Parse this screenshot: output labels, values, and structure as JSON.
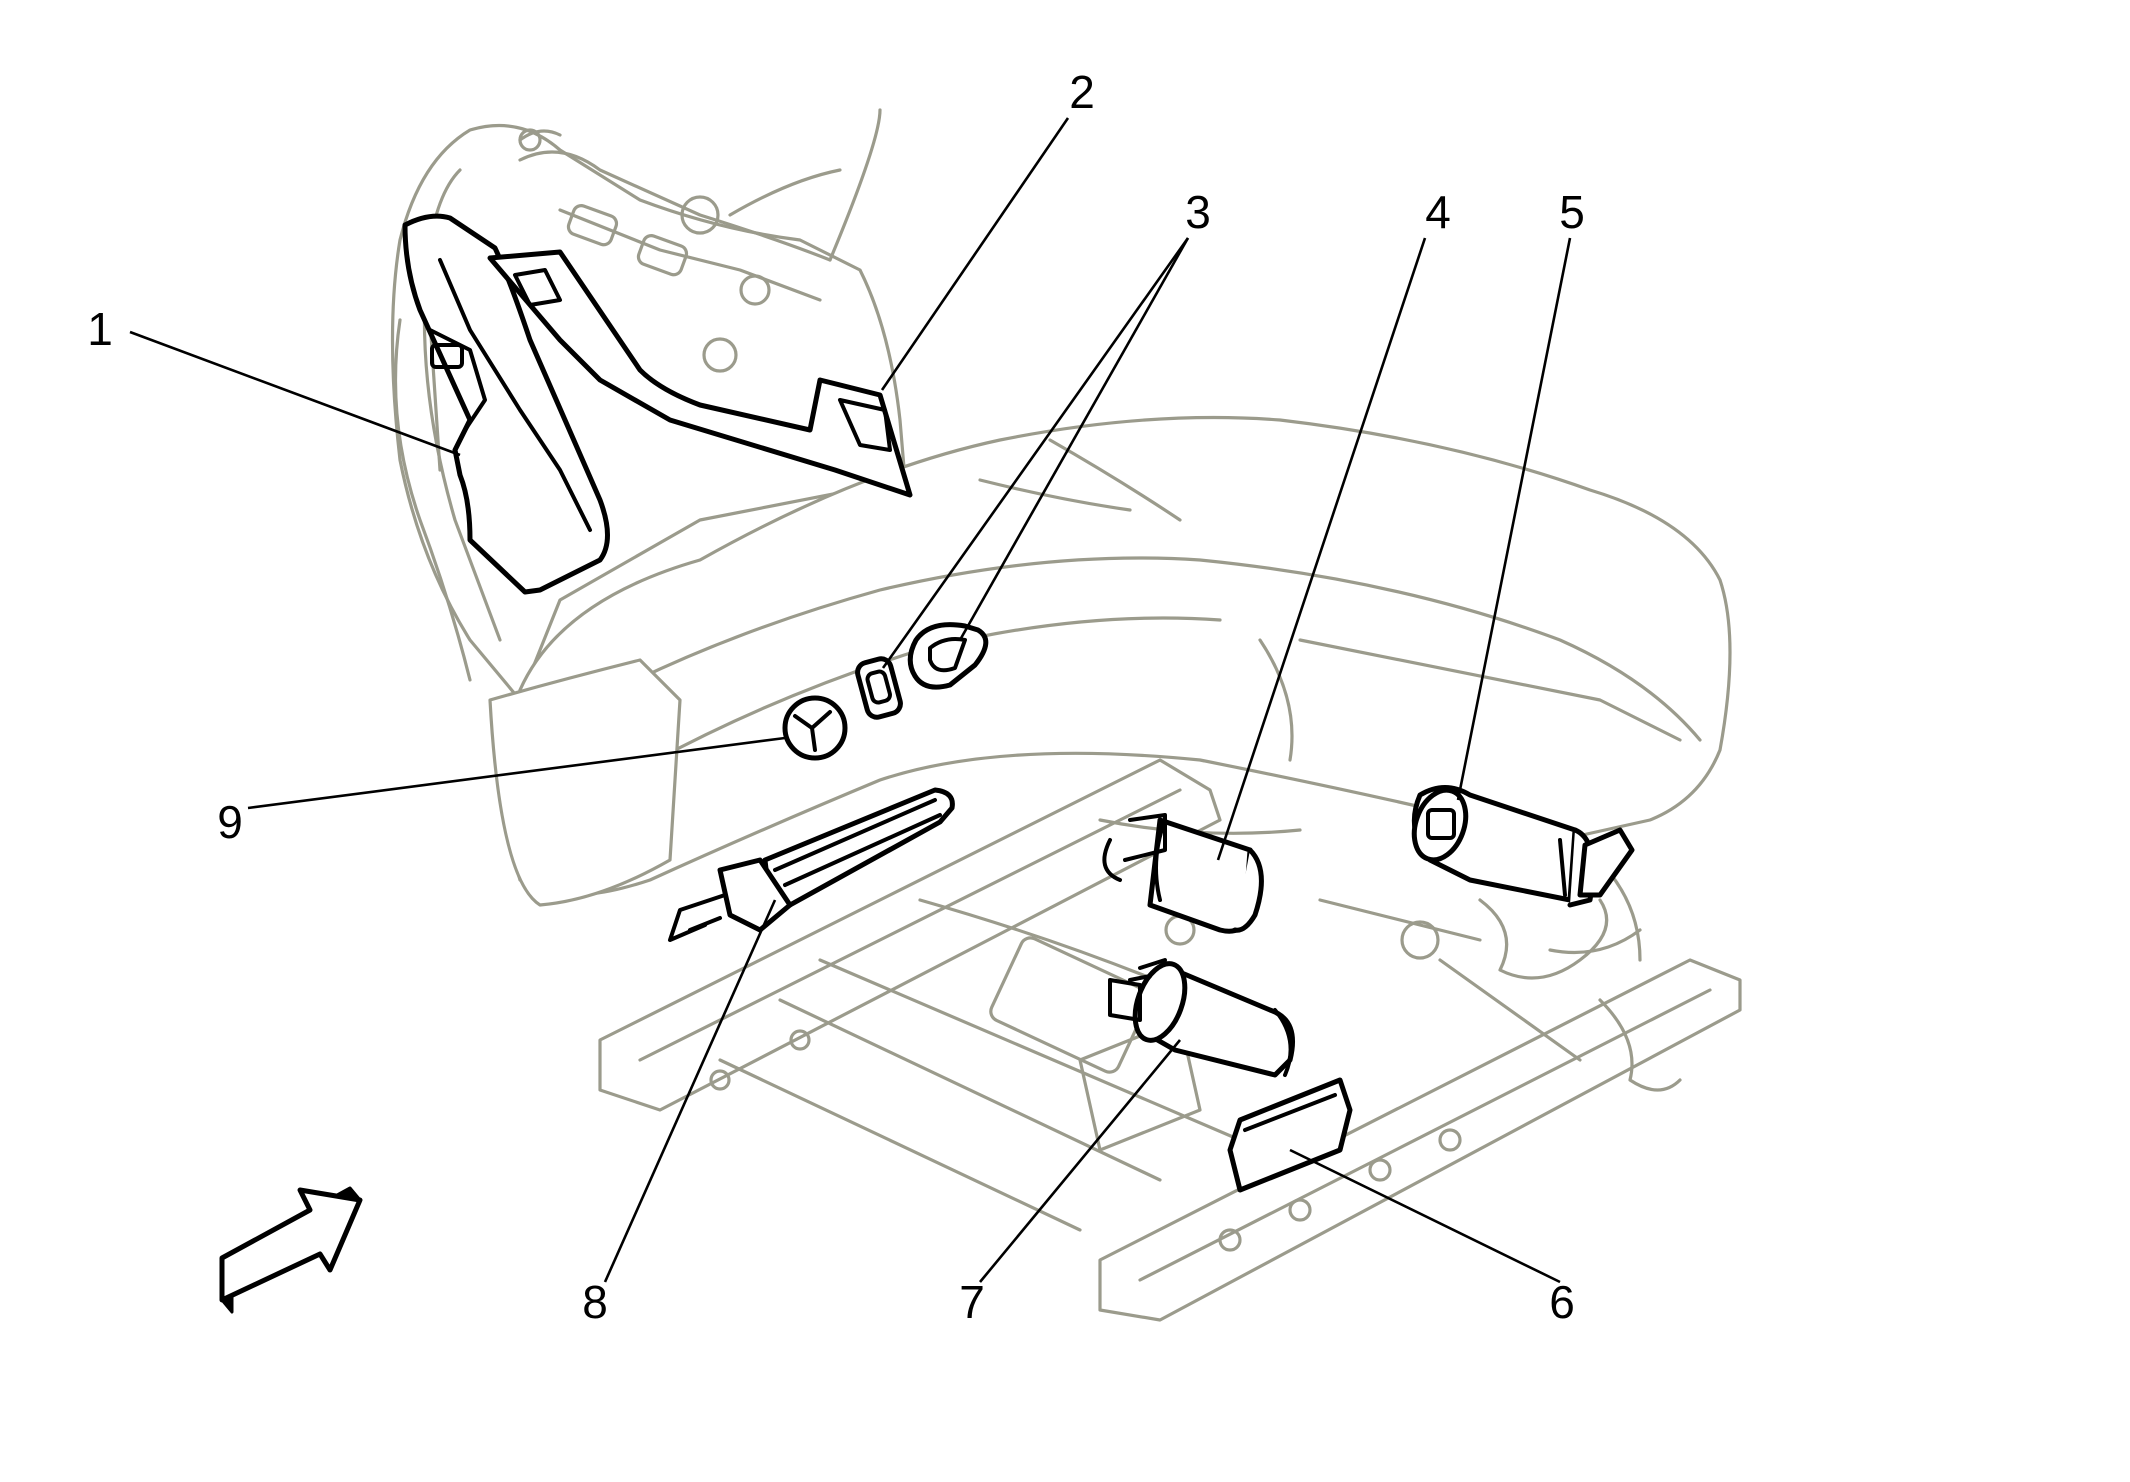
{
  "colors": {
    "ghost_line": "#9b9b8c",
    "part_line": "#000000",
    "leader_line": "#000000",
    "background": "#ffffff"
  },
  "callouts": [
    {
      "id": "1",
      "text": "1"
    },
    {
      "id": "2",
      "text": "2"
    },
    {
      "id": "3",
      "text": "3"
    },
    {
      "id": "4",
      "text": "4"
    },
    {
      "id": "5",
      "text": "5"
    },
    {
      "id": "6",
      "text": "6"
    },
    {
      "id": "7",
      "text": "7"
    },
    {
      "id": "8",
      "text": "8"
    },
    {
      "id": "9",
      "text": "9"
    }
  ],
  "view_arrow": {
    "icon": "direction-arrow-icon"
  }
}
